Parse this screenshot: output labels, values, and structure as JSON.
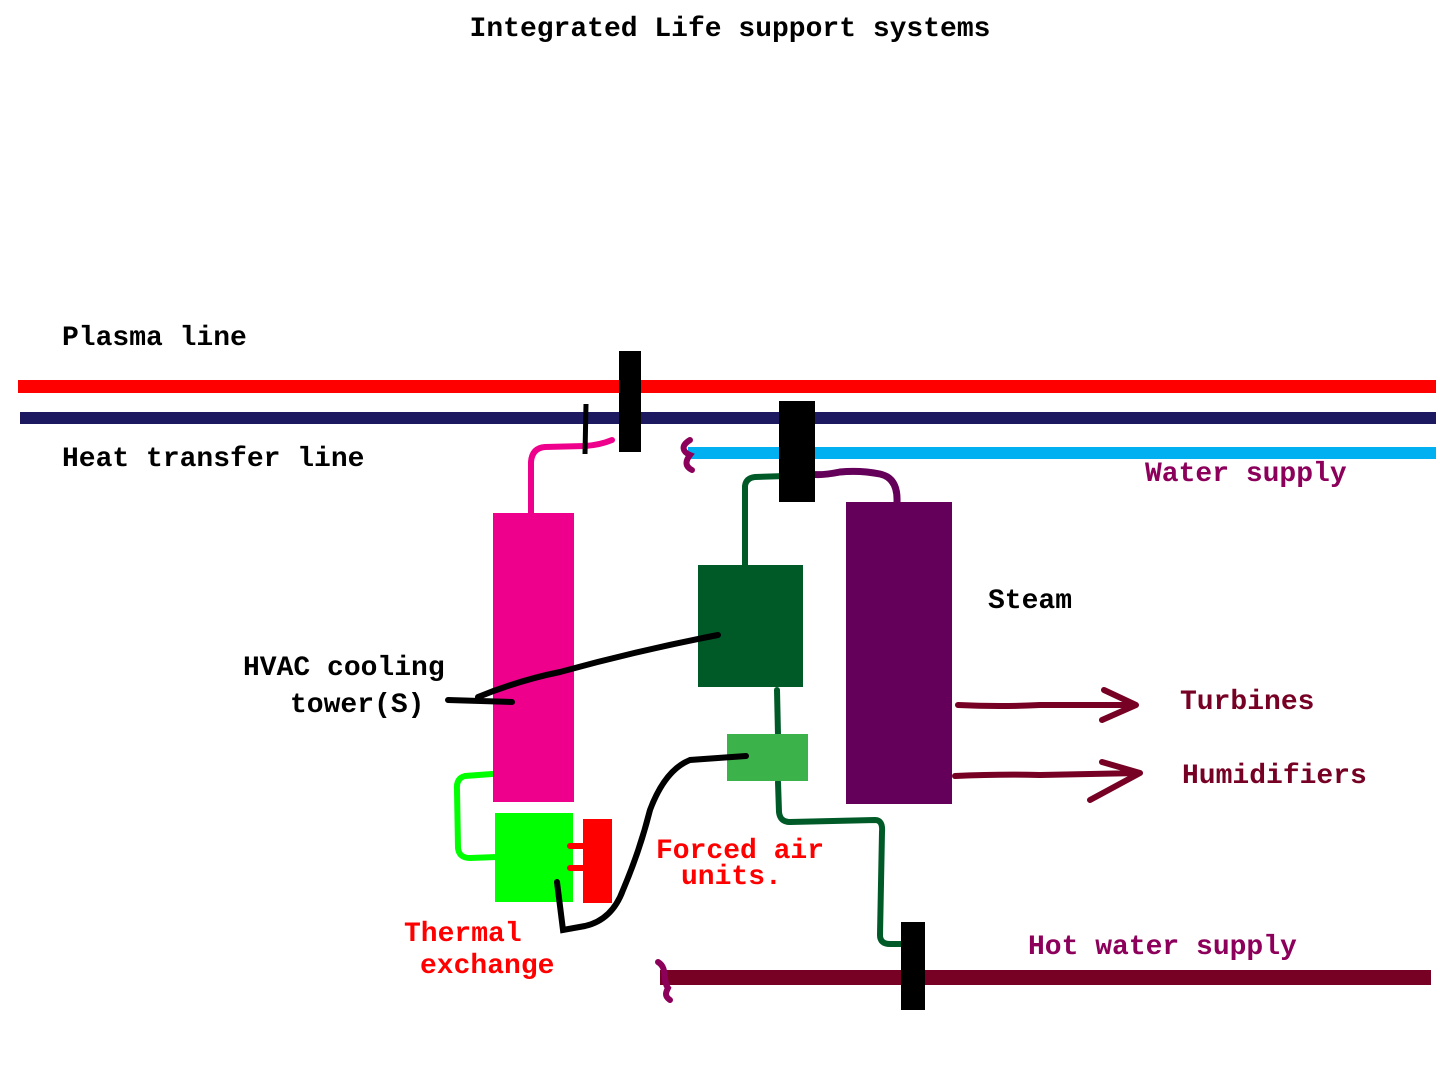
{
  "title": "Integrated Life support systems",
  "labels": {
    "plasma_line": "Plasma line",
    "heat_transfer_line": "Heat transfer line",
    "water_supply": "Water supply",
    "steam": "Steam",
    "hvac_line1": "HVAC cooling",
    "hvac_line2": "tower(S)",
    "turbines": "Turbines",
    "humidifiers": "Humidifiers",
    "forced_air_line1": "Forced air",
    "forced_air_line2": "units.",
    "thermal_line1": "Thermal",
    "thermal_line2": "exchange",
    "hot_water_supply": "Hot water supply"
  },
  "colors": {
    "plasma_line": "#ff0000",
    "heat_transfer_line": "#1c1960",
    "water_supply_line": "#00b0f0",
    "hot_water_line": "#760124",
    "hvac_tower": "#ee008c",
    "fan_unit": "#005a28",
    "forced_air_unit": "#3cb34a",
    "steam_tank": "#640059",
    "thermal_exchange": "#00ff00",
    "thermal_plate": "#ff0000",
    "valve": "#000000",
    "label_dark": "#000000",
    "label_red": "#ff0000",
    "label_purple": "#8c005b",
    "label_maroon": "#760124"
  }
}
